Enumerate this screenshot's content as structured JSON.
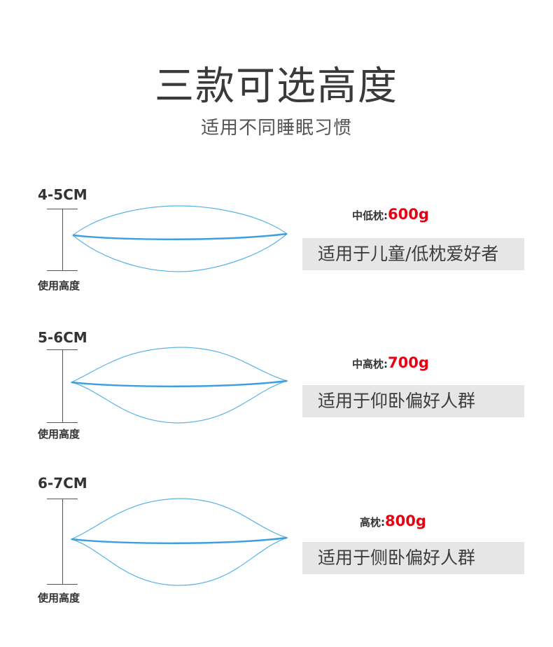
{
  "header": {
    "title": "三款可选高度",
    "subtitle": "适用不同睡眠习惯"
  },
  "options": [
    {
      "height": "4-5CM",
      "height_caption": "使用高度",
      "weight_label": "中低枕:",
      "weight_value": "600g",
      "description": "适用于儿童/低枕爱好者"
    },
    {
      "height": "5-6CM",
      "height_caption": "使用高度",
      "weight_label": "中高枕:",
      "weight_value": "700g",
      "description": "适用于仰卧偏好人群"
    },
    {
      "height": "6-7CM",
      "height_caption": "使用高度",
      "weight_label": "高枕:",
      "weight_value": "800g",
      "description": "适用于侧卧偏好人群"
    }
  ],
  "colors": {
    "accent_red": "#e60012",
    "pillow_outline": "#5ab4e6",
    "description_bg": "#e6e6e6"
  }
}
